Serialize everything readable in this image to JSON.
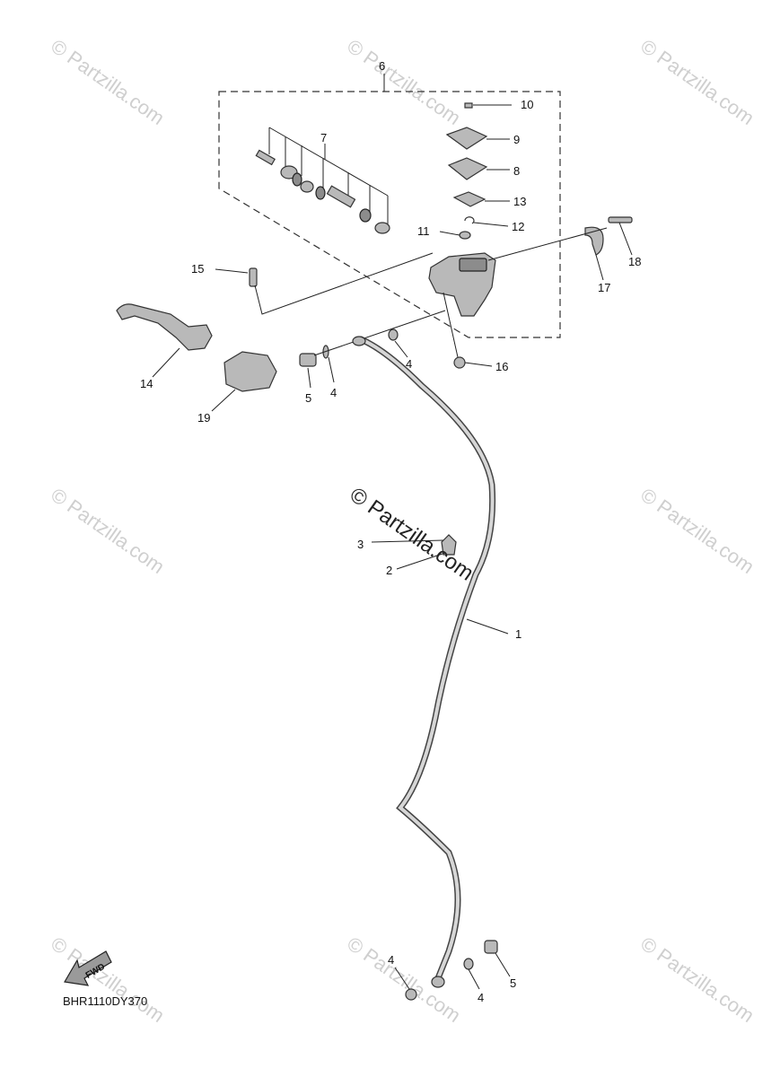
{
  "watermark": {
    "text": "© Partzilla.com"
  },
  "center_watermark": "© Partzilla.com",
  "diagram_code": "BHR1110DY370",
  "fwd_label": "FWD",
  "callouts": {
    "c1": "1",
    "c2": "2",
    "c3": "3",
    "c4a": "4",
    "c4b": "4",
    "c4c": "4",
    "c4d": "4",
    "c5a": "5",
    "c5b": "5",
    "c6": "6",
    "c7": "7",
    "c8": "8",
    "c9": "9",
    "c10": "10",
    "c11": "11",
    "c12": "12",
    "c13": "13",
    "c14": "14",
    "c15": "15",
    "c16": "16",
    "c17": "17",
    "c18": "18",
    "c19": "19"
  },
  "colors": {
    "part_fill": "#b9b9b9",
    "part_stroke": "#333333",
    "watermark": "#cfcfcf"
  }
}
